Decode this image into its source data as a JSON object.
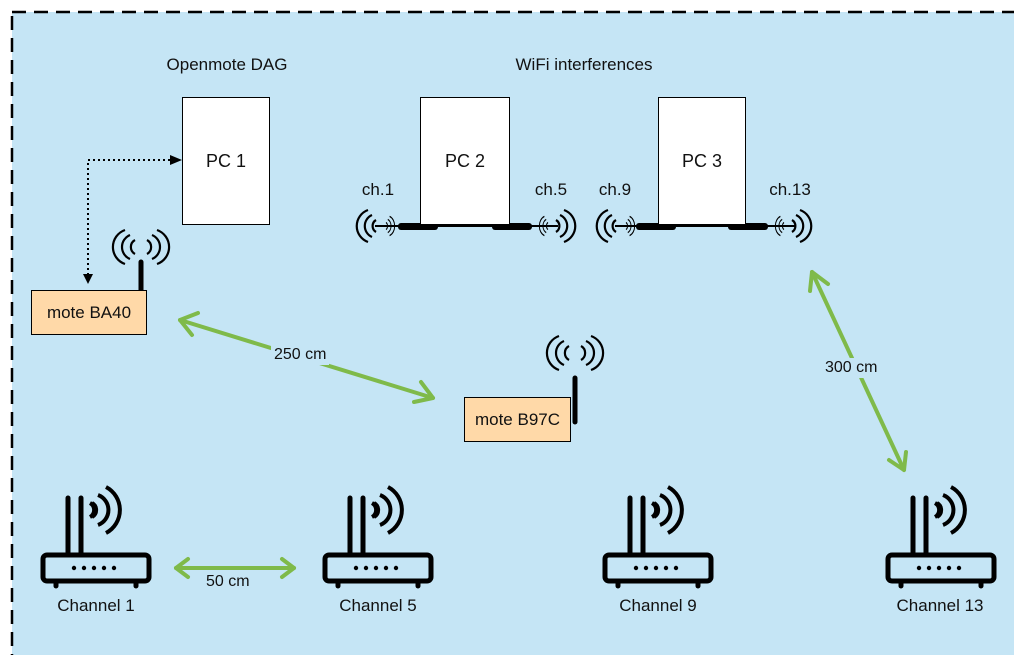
{
  "sections": {
    "dag_title": "Openmote DAG",
    "wifi_title": "WiFi interferences"
  },
  "pcs": [
    {
      "label": "PC 1"
    },
    {
      "label": "PC 2"
    },
    {
      "label": "PC 3"
    }
  ],
  "antenna_channels": [
    {
      "label": "ch.1"
    },
    {
      "label": "ch.5"
    },
    {
      "label": "ch.9"
    },
    {
      "label": "ch.13"
    }
  ],
  "motes": [
    {
      "label": "mote BA40"
    },
    {
      "label": "mote B97C"
    }
  ],
  "routers": [
    {
      "label": "Channel 1"
    },
    {
      "label": "Channel 5"
    },
    {
      "label": "Channel 9"
    },
    {
      "label": "Channel 13"
    }
  ],
  "distances": {
    "motes": "250 cm",
    "pc3_router": "300 cm",
    "routers_1_5": "50 cm"
  },
  "colors": {
    "background": "#c5e5f5",
    "mote_fill": "#ffd9a8",
    "arrow": "#7fba4a",
    "border": "#000000"
  }
}
